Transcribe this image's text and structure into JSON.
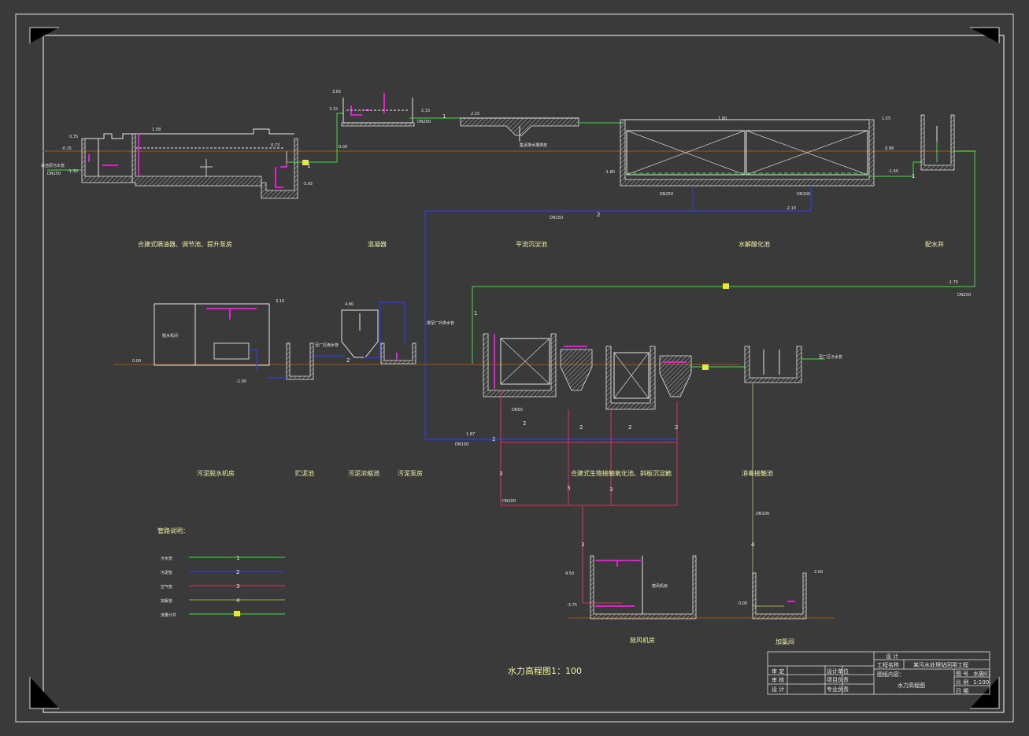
{
  "labels": {
    "u1": "合建式隔油器、调节池、提升泵房",
    "u2": "混凝器",
    "u3": "平流沉淀池",
    "u4": "水解酸化池",
    "u5": "配水井",
    "u6": "污泥脱水机房",
    "u7": "贮泥池",
    "u8": "污泥浓缩池",
    "u9": "污泥泵房",
    "u10": "合建式生物接触氧化池、斜板沉淀池",
    "u11": "消毒接触池",
    "u12": "鼓风机房",
    "u13": "加氯间",
    "room1": "脱水机间",
    "room2": "鼓风机房"
  },
  "legend": {
    "title": "管路说明：",
    "items": [
      {
        "name": "污水管",
        "num": "1",
        "color": "#3fe03f"
      },
      {
        "name": "污泥管",
        "num": "2",
        "color": "#2f3fe0"
      },
      {
        "name": "空气管",
        "num": "3",
        "color": "#e0305a"
      },
      {
        "name": "加氯管",
        "num": "4",
        "color": "#a8a850"
      },
      {
        "name": "流量计井",
        "num": "",
        "color": "#3fe03f"
      }
    ]
  },
  "drawing_title": "水力高程图1：100",
  "title_block": {
    "rows": [
      {
        "a": "审  定",
        "b": "",
        "c": "设计单位"
      },
      {
        "a": "审  核",
        "b": "",
        "c": "项目负责"
      },
      {
        "a": "设  计",
        "b": "",
        "c": "专业负责"
      }
    ],
    "design": "设  计",
    "project_label": "工程名称",
    "project_name": "某污水处理站回用工程",
    "drawing_label": "图纸内容：",
    "drawing_name": "水力高程图",
    "no_label": "图  号",
    "no_value": "水施01",
    "scale_label": "比  例",
    "scale_value": "1:100",
    "date_label": "日  期",
    "date_value": ""
  },
  "elev": {
    "e1": "0.35",
    "e2": "-1.30",
    "e3": "-0.15",
    "e4": "1.58",
    "e5": "0.73",
    "e6": "-3.93",
    "e7": "3.65",
    "e8": "3.15",
    "e9": "2.15",
    "e10": "0.00",
    "e11": "2.15",
    "e12": "1.80",
    "e13": "1.55",
    "e14": "0.98",
    "e15": "-1.80",
    "e16": "-1.60",
    "e17": "-2.10",
    "e18": "3.10",
    "e19": "0.00",
    "e20": "-2.00",
    "e21": "-1.70",
    "e22": "4.60",
    "e23": "1.87",
    "e24": "4.50",
    "e25": "2.00",
    "e26": "0.00",
    "e27": "-3.75"
  },
  "pipes": {
    "p1": "DN150",
    "p2": "DN200",
    "p3": "DN250",
    "p4": "DN100",
    "p5": "DN150",
    "p6": "DN200",
    "p7": "DN150",
    "p8": "DN50",
    "p9": "DN200",
    "p10": "DN100"
  },
  "notes": {
    "n1": "来自原污水管",
    "n2": "至厂区雨水管",
    "n3": "排至厂外排水管",
    "n4": "至厂区污水管",
    "n5": "集泥排水槽排放"
  }
}
